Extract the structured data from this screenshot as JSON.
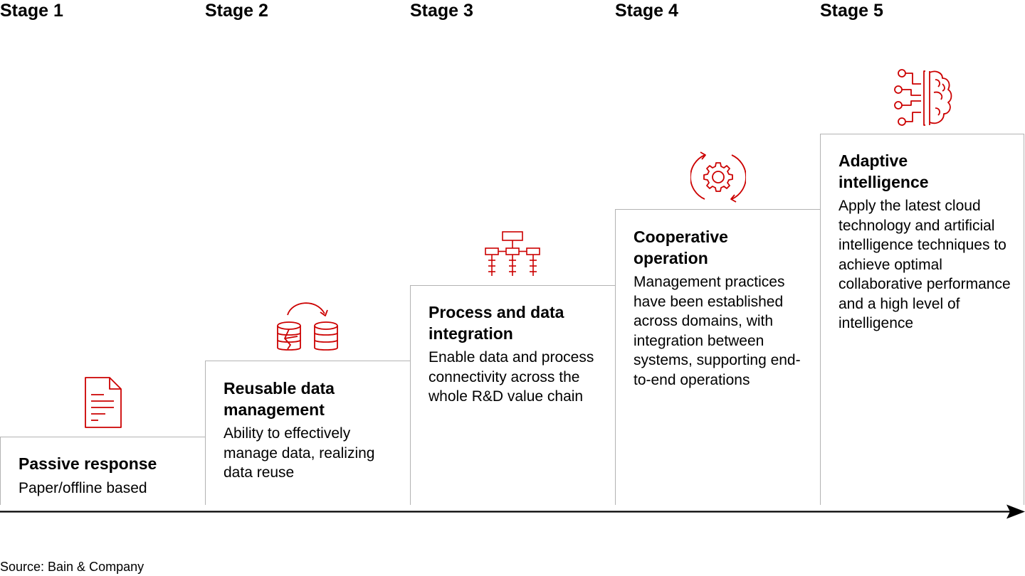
{
  "accent_color": "#cc0000",
  "stages": [
    {
      "label": "Stage 1",
      "title": "Passive response",
      "description": "Paper/offline based",
      "icon": "document-icon"
    },
    {
      "label": "Stage 2",
      "title": "Reusable data management",
      "description": "Ability to effectively manage data, realizing data reuse",
      "icon": "database-reuse-icon"
    },
    {
      "label": "Stage 3",
      "title": "Process and data integration",
      "description": "Enable data and process connectivity across the whole R&D value chain",
      "icon": "hierarchy-network-icon"
    },
    {
      "label": "Stage 4",
      "title": "Cooperative operation",
      "description": "Management practices have been established across domains, with integration between systems, supporting end-to-end operations",
      "icon": "gear-cycle-icon"
    },
    {
      "label": "Stage 5",
      "title": "Adaptive intelligence",
      "description": "Apply the latest cloud technology and artificial intelligence techniques to achieve optimal collaborative performance and a high level of intelligence",
      "icon": "ai-brain-icon"
    }
  ],
  "source": "Source: Bain & Company"
}
